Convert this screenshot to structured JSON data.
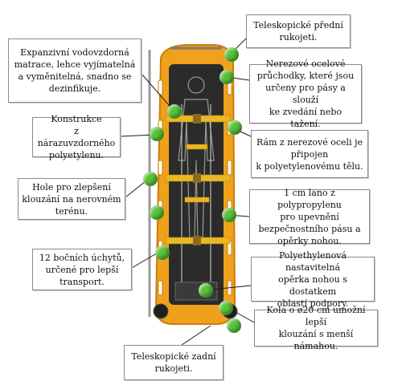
{
  "colors": {
    "stretcher_frame": "#f0a11b",
    "stretcher_edge": "#c97d0a",
    "mattress": "#2b2b2b",
    "strap": "#e8b825",
    "marker_dot": "#5bc23a",
    "callout_border": "#8a8a8a"
  },
  "callouts": [
    {
      "id": "tele-front",
      "text": "Teleskopické přední\nrukojeti."
    },
    {
      "id": "mattress",
      "text": "Expanzivní vodovzdorná\nmatrace, lehce vyjímatelná\na vyměnitelná, snadno se\ndezinfikuje."
    },
    {
      "id": "stainless-passes",
      "text": "Nerezové ocelové\nprůchodky, které jsou\nurčeny pro pásy a slouží\nke zvedání nebo tažení."
    },
    {
      "id": "construction",
      "text": "Konstrukce\nz nárazuvzdorného\npolyetylenu."
    },
    {
      "id": "frame",
      "text": "Rám z nerezové oceli je\npřipojen\nk polyetylenovému tělu."
    },
    {
      "id": "runners",
      "text": "Hole pro zlepšení\nklouzání na nerovném\nterénu."
    },
    {
      "id": "rope",
      "text": "1 cm lano z polypropylenu\npro upevnění\nbezpečnostního pásu a\nopěrky nohou."
    },
    {
      "id": "side-handles",
      "text": "12 bočních úchytů,\nurčené pro lepší\ntransport."
    },
    {
      "id": "footrest",
      "text": "Polyethylenová nastavitelná\nopěrka nohou s dostatkem\noblastí podpory."
    },
    {
      "id": "wheels",
      "text": "Kola o ø20 cm umožní lepší\nklouzání s menší námahou."
    },
    {
      "id": "tele-rear",
      "text": "Teleskopické zadní\nrukojeti."
    }
  ]
}
